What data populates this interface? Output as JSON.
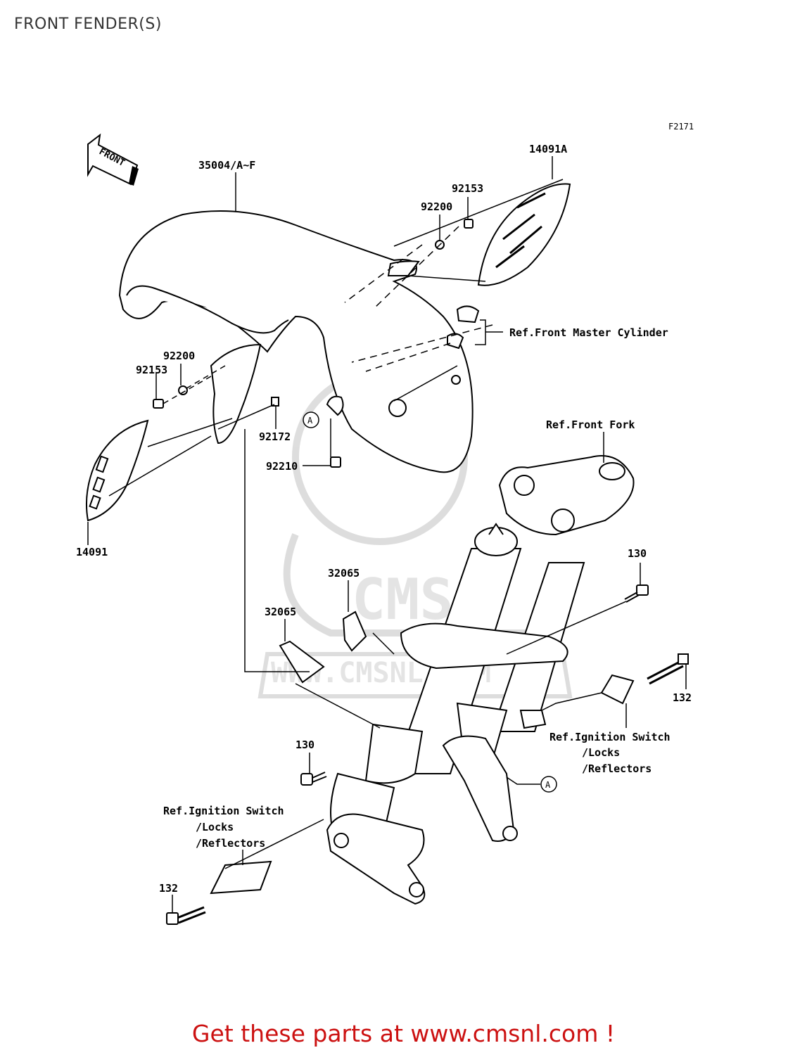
{
  "page_title": "FRONT FENDER(S)",
  "figure_code": "F2171",
  "direction_label": "FRONT",
  "watermark_text": "WWW.CMSNL.COM",
  "watermark_logo_text": "CMS",
  "footer_text": "Get these parts at www.cmsnl.com !",
  "footer_color": "#cc1111",
  "part_labels": {
    "p35004": "35004/A~F",
    "p14091A": "14091A",
    "p92153_top": "92153",
    "p92200_top": "92200",
    "p92200_left": "92200",
    "p92153_left": "92153",
    "p92172": "92172",
    "p92210": "92210",
    "p14091": "14091",
    "p32065_upper": "32065",
    "p32065_lower": "32065",
    "p130_right": "130",
    "p132_right": "132",
    "p130_left": "130",
    "p132_left": "132"
  },
  "reference_labels": {
    "master_cylinder": "Ref.Front Master Cylinder",
    "front_fork": "Ref.Front Fork",
    "ignition_right_1": "Ref.Ignition Switch",
    "ignition_right_2": "/Locks",
    "ignition_right_3": "/Reflectors",
    "ignition_left_1": "Ref.Ignition Switch",
    "ignition_left_2": "/Locks",
    "ignition_left_3": "/Reflectors"
  },
  "callouts": {
    "a_left": "A",
    "a_right": "A"
  }
}
